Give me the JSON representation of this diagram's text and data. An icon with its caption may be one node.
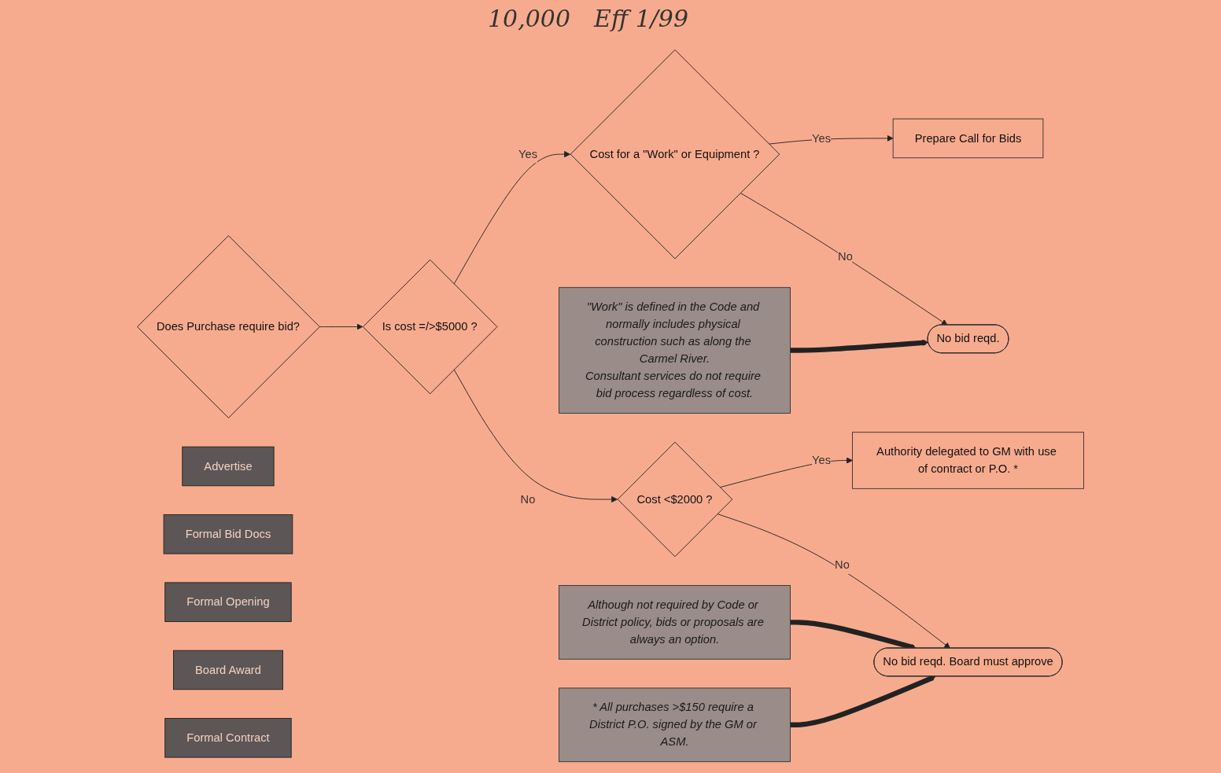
{
  "diagram": {
    "nodes": [
      {
        "text": [
          "Does Purchase require bid?"
        ]
      },
      {
        "text": [
          "Is cost =/>$5000 ?"
        ]
      },
      {
        "text": [
          "Cost for a \"Work\" or Equipment ?"
        ]
      },
      {
        "text": [
          "Prepare Call for Bids"
        ]
      },
      {
        "text": [
          "Advertise"
        ]
      },
      {
        "text": [
          "Formal Bid Docs"
        ]
      },
      {
        "text": [
          "Formal Opening"
        ]
      },
      {
        "text": [
          "Board Award"
        ]
      },
      {
        "text": [
          "Formal Contract"
        ]
      },
      {
        "text": [
          "Cost <$2000 ?"
        ]
      },
      {
        "text": [
          "No bid reqd."
        ]
      },
      {
        "text": [
          "Authority delegated to GM with use of contract or P.O. *"
        ]
      },
      {
        "text": [
          "No bid reqd. Board must approve"
        ]
      },
      {
        "text": [
          "Although not required by Code or District policy, bids or proposals are always an option."
        ]
      },
      {
        "text": [
          "\"Work\" is defined in the Code and normally includes physical construction such as along the Carmel River.",
          "Consultant services do not require bid process regardless of cost."
        ]
      },
      {
        "text": [
          "* All purchases >$150 require a District P.O. signed by the GM or ASM."
        ]
      }
    ],
    "edges": [
      {
        "from": 0,
        "to": 1,
        "arrow": "to"
      },
      {
        "from": 1,
        "to": 2,
        "arrow": "to",
        "label": "Yes"
      },
      {
        "from": 2,
        "to": 3,
        "arrow": "to",
        "label": "Yes"
      },
      {
        "from": 1,
        "to": 9,
        "arrow": "to",
        "label": "No"
      },
      {
        "from": 2,
        "to": 10,
        "arrow": "to",
        "label": "No"
      },
      {
        "from": 9,
        "to": 11,
        "arrow": "to",
        "label": "Yes"
      },
      {
        "from": 9,
        "to": 12,
        "arrow": "to",
        "label": "No"
      },
      {
        "from": 13,
        "to": 12,
        "arrow": "to",
        "style": "thick"
      },
      {
        "from": 14,
        "to": 10,
        "arrow": "to",
        "style": "thick"
      },
      {
        "from": 15,
        "to": 12,
        "arrow": "to",
        "style": "thick"
      }
    ],
    "labels": [
      "10,000",
      "Eff 1/99"
    ]
  }
}
